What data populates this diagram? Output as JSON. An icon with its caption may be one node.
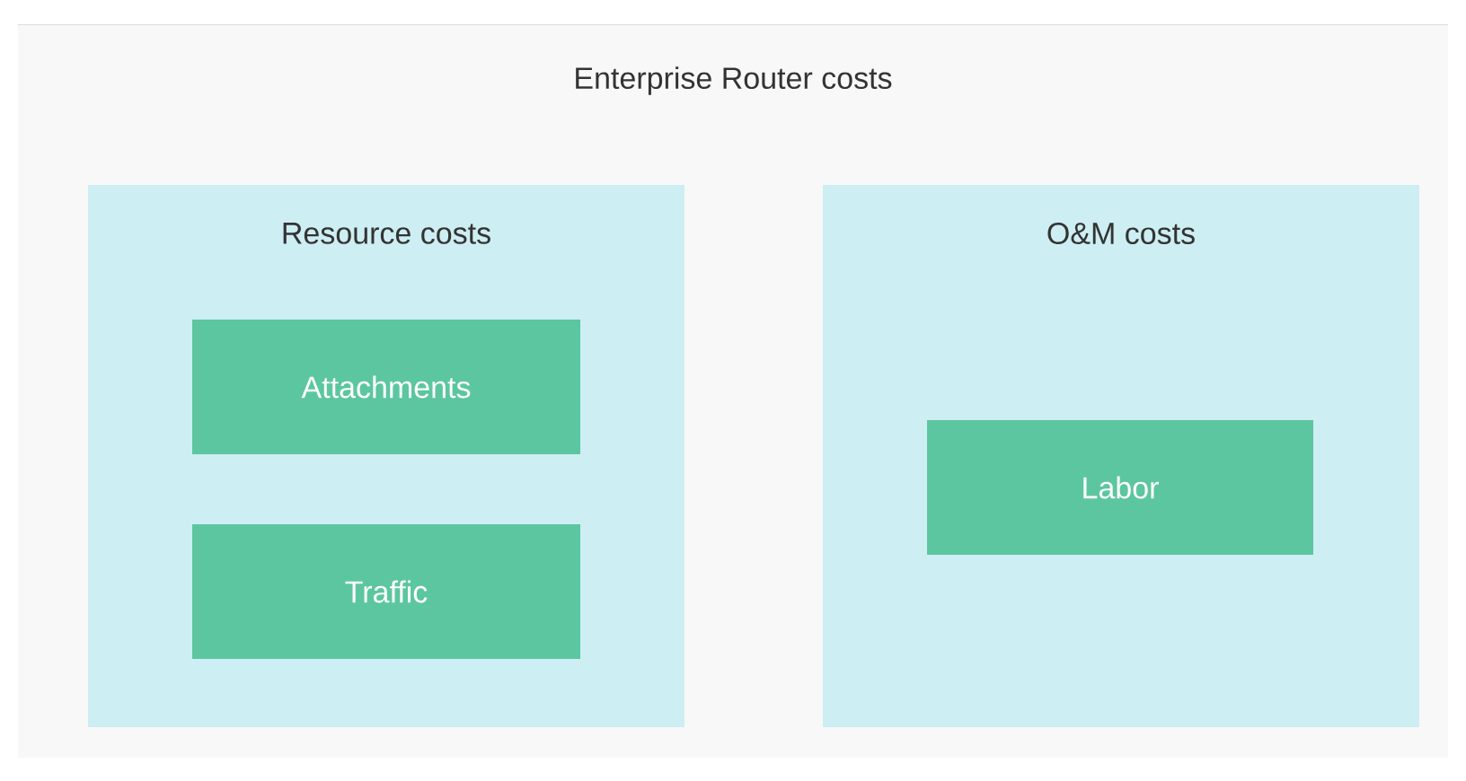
{
  "diagram": {
    "nodes": [
      {
        "text": [
          "Enterprise Router costs"
        ]
      },
      {
        "text": [
          "Resource costs"
        ],
        "in": 0
      },
      {
        "text": [
          "Attachments"
        ],
        "in": 1
      },
      {
        "text": [
          "Traffic"
        ],
        "in": 1
      },
      {
        "text": [
          "O&M costs"
        ],
        "in": 0
      },
      {
        "text": [
          "Labor"
        ],
        "in": 4
      }
    ]
  }
}
